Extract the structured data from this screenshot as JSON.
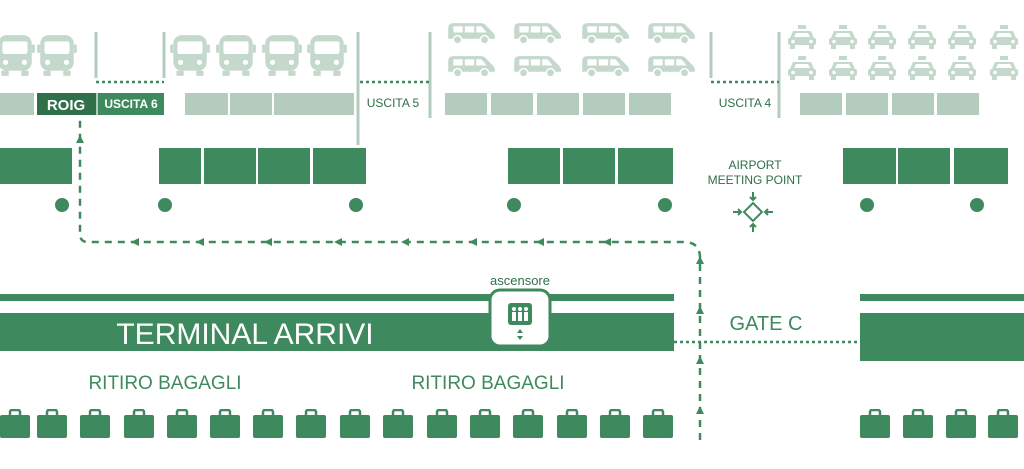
{
  "labels": {
    "roig": "ROIG",
    "exit_6": "USCITA 6",
    "exit_5": "USCITA 5",
    "exit_4": "USCITA 4",
    "meeting_point_line1": "AIRPORT",
    "meeting_point_line2": "MEETING POINT",
    "elevator": "ascensore",
    "terminal": "TERMINAL ARRIVI",
    "baggage_1": "RITIRO BAGAGLI",
    "baggage_2": "RITIRO BAGAGLI",
    "gate": "GATE C"
  },
  "colors": {
    "primary": "#3e8a5e",
    "light": "#b3ccbd",
    "icon": "#c4d8cb",
    "roig_bg": "#2f6f4a",
    "white": "#ffffff"
  },
  "icons": {
    "bus": "bus-icon",
    "van": "minivan-icon",
    "taxi": "taxi-icon",
    "luggage": "luggage-icon",
    "elevator": "elevator-icon",
    "meeting_point": "meeting-point-icon"
  }
}
